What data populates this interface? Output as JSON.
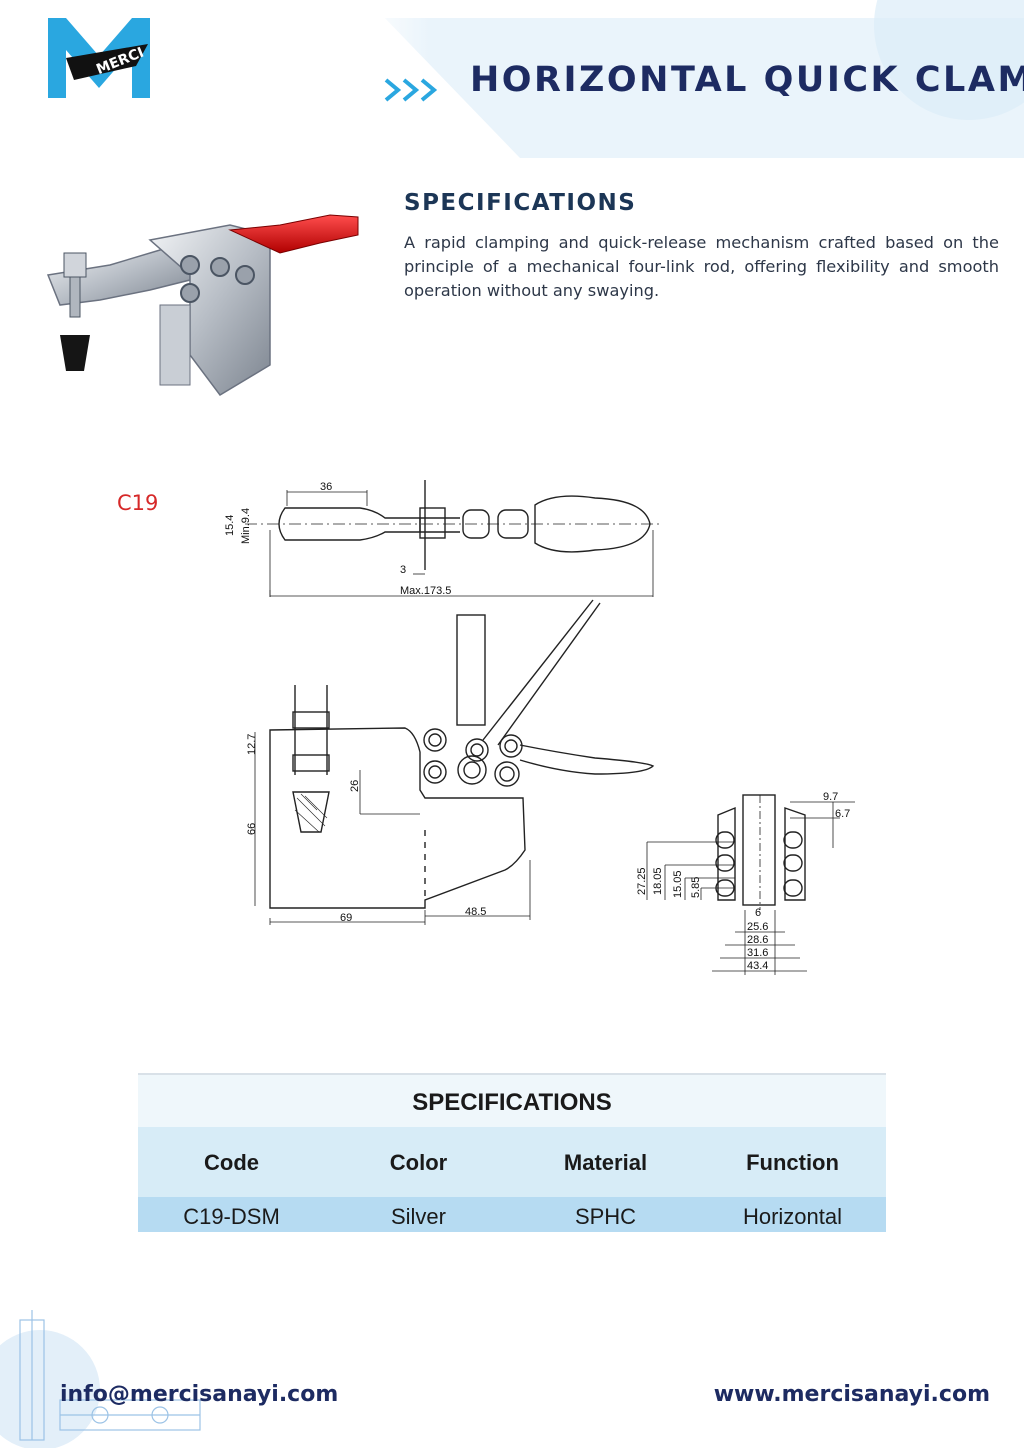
{
  "header": {
    "logo_text": "MERCI",
    "title": "HORIZONTAL QUICK CLAMP"
  },
  "intro": {
    "heading": "SPECIFICATIONS",
    "description": "A rapid clamping and quick-release mechanism crafted based on the principle of a mechanical four-link rod, offering flexibility and smooth operation without any swaying."
  },
  "drawing": {
    "model": "C19",
    "dims": {
      "d36": "36",
      "d154": "15.4",
      "dmin94": "Min.9.4",
      "d3": "3",
      "dmax": "Max.173.5",
      "d127": "12.7",
      "d26": "26",
      "d66": "66",
      "d69": "69",
      "d485": "48.5",
      "d97": "9.7",
      "d67": "6.7",
      "d2725": "27.25",
      "d1805": "18.05",
      "d1505": "15.05",
      "d585": "5.85",
      "d6": "6",
      "d256": "25.6",
      "d286": "28.6",
      "d316": "31.6",
      "d434": "43.4"
    }
  },
  "table": {
    "title": "SPECIFICATIONS",
    "columns": [
      "Code",
      "Color",
      "Material",
      "Function"
    ],
    "rows": [
      [
        "C19-DSM",
        "Silver",
        "SPHC",
        "Horizontal"
      ]
    ]
  },
  "footer": {
    "email": "info@mercisanayi.com",
    "website": "www.mercisanayi.com"
  },
  "colors": {
    "brand_navy": "#1d2b62",
    "logo_blue": "#2aa7e0",
    "accent_red": "#d62828",
    "table_header": "#d7ecf7",
    "table_row": "#b6dbf2"
  }
}
